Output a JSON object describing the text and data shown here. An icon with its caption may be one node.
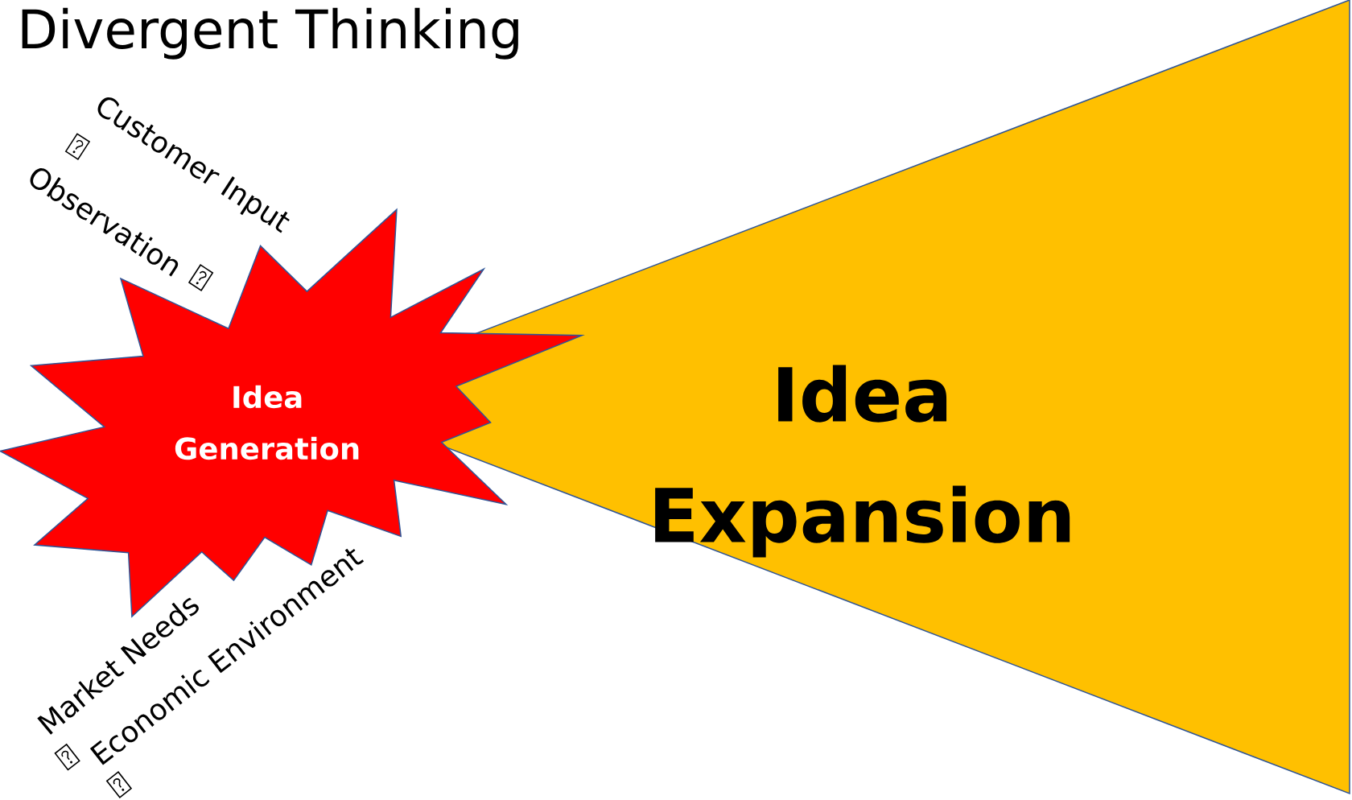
{
  "diagram": {
    "title": "Divergent Thinking",
    "nodes": [
      {
        "text": [
          "Idea Generation"
        ]
      },
      {
        "text": [
          "Idea Expansion"
        ]
      }
    ],
    "labels": [
      "Customer Input",
      "Observation",
      "Market Needs",
      "Economic Environment"
    ]
  }
}
